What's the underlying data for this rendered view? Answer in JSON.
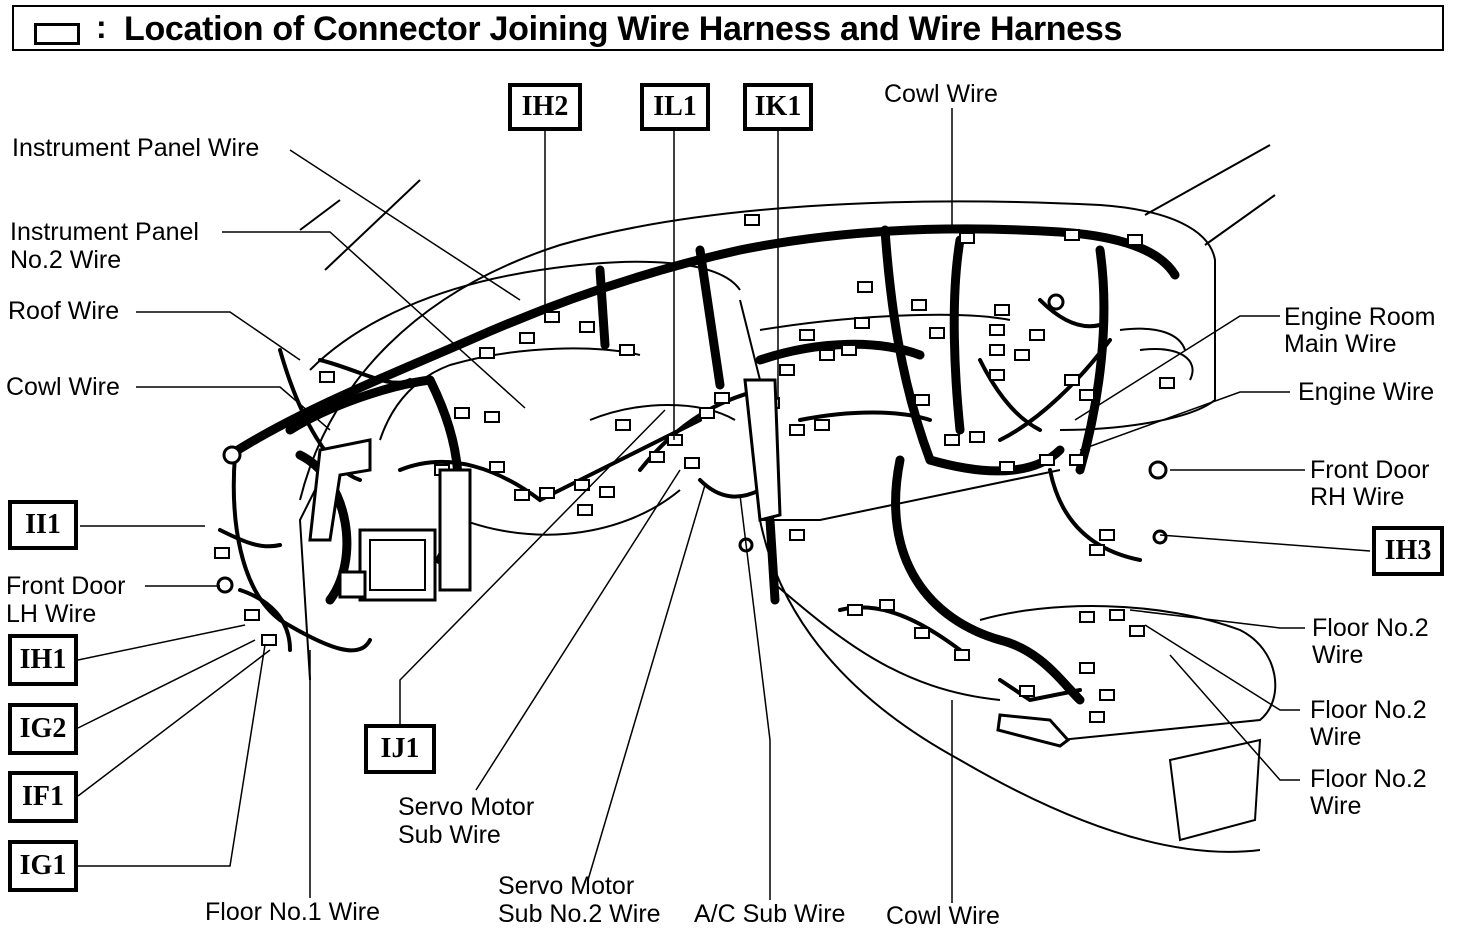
{
  "title": {
    "colon": ":",
    "text": "Location of Connector Joining Wire Harness and Wire Harness"
  },
  "connectors": {
    "ih2": "IH2",
    "il1": "IL1",
    "ik1": "IK1",
    "ii1": "II1",
    "ih1": "IH1",
    "ig2": "IG2",
    "if1": "IF1",
    "ig1": "IG1",
    "ij1": "IJ1",
    "ih3": "IH3"
  },
  "labels": {
    "instrument_panel_wire": "Instrument Panel Wire",
    "instrument_panel_no2_line1": "Instrument Panel",
    "instrument_panel_no2_line2": "No.2 Wire",
    "roof_wire": "Roof Wire",
    "cowl_wire_left": "Cowl Wire",
    "cowl_wire_top": "Cowl Wire",
    "front_door_lh_line1": "Front Door",
    "front_door_lh_line2": "LH Wire",
    "engine_room_main_line1": "Engine Room",
    "engine_room_main_line2": "Main Wire",
    "engine_wire": "Engine Wire",
    "front_door_rh_line1": "Front Door",
    "front_door_rh_line2": "RH Wire",
    "floor_no2_a_line1": "Floor No.2",
    "floor_no2_a_line2": "Wire",
    "floor_no2_b_line1": "Floor No.2",
    "floor_no2_b_line2": "Wire",
    "floor_no2_c_line1": "Floor No.2",
    "floor_no2_c_line2": "Wire",
    "servo_motor_sub_line1": "Servo Motor",
    "servo_motor_sub_line2": "Sub Wire",
    "servo_motor_sub2_line1": "Servo Motor",
    "servo_motor_sub2_line2": "Sub No.2 Wire",
    "ac_sub_wire": "A/C Sub Wire",
    "cowl_wire_bottom": "Cowl Wire",
    "floor_no1_wire": "Floor No.1 Wire"
  }
}
